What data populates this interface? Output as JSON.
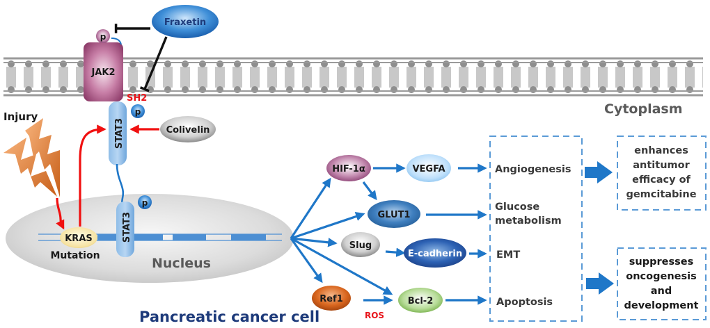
{
  "title": "Pancreatic cancer cell",
  "regions": {
    "cytoplasm": "Cytoplasm",
    "nucleus": "Nucleus"
  },
  "molecules": {
    "jak2": "JAK2",
    "phospho": "p",
    "stat3": "STAT3",
    "sh2": "SH2",
    "fraxetin": "Fraxetin",
    "colivelin": "Colivelin",
    "kras": "KRAS",
    "mutation": "Mutation",
    "injury": "Injury",
    "hif1a": "HIF-1α",
    "vegfa": "VEGFA",
    "glut1": "GLUT1",
    "slug": "Slug",
    "ecadherin": "E-cadherin",
    "ref1": "Ref1",
    "bcl2": "Bcl-2",
    "ros": "ROS"
  },
  "outcomes": [
    {
      "lines": [
        "Angiogenesis"
      ]
    },
    {
      "lines": [
        "Glucose",
        "metabolism"
      ]
    },
    {
      "lines": [
        "EMT"
      ]
    },
    {
      "lines": [
        "Apoptosis"
      ]
    }
  ],
  "results": [
    {
      "lines": [
        "enhances",
        "antitumor",
        "efficacy of",
        "gemcitabine"
      ]
    },
    {
      "lines": [
        "suppresses",
        "oncogenesis",
        "and",
        "development"
      ]
    }
  ],
  "colors": {
    "arrow_blue": "#1f77c8",
    "arrow_red": "#f01010",
    "inhibit_black": "#111111",
    "title_navy": "#1d3a7a",
    "dash_box": "#5a9ad6"
  }
}
